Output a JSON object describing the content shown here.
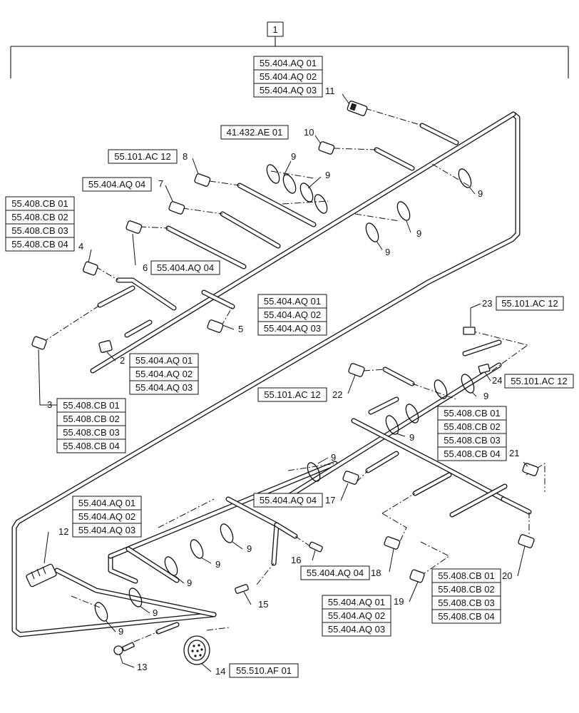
{
  "assembly_item": "1",
  "item_numbers": {
    "n2": "2",
    "n3": "3",
    "n4": "4",
    "n5": "5",
    "n6": "6",
    "n7": "7",
    "n8": "8",
    "n9": "9",
    "n10": "10",
    "n11": "11",
    "n12": "12",
    "n13": "13",
    "n14": "14",
    "n15": "15",
    "n16": "16",
    "n17": "17",
    "n18": "18",
    "n19": "19",
    "n20": "20",
    "n21": "21",
    "n22": "22",
    "n23": "23",
    "n24": "24"
  },
  "references": {
    "aq01": "55.404.AQ 01",
    "aq02": "55.404.AQ 02",
    "aq03": "55.404.AQ 03",
    "aq04": "55.404.AQ 04",
    "cb01": "55.408.CB 01",
    "cb02": "55.408.CB 02",
    "cb03": "55.408.CB 03",
    "cb04": "55.408.CB 04",
    "ac12": "55.101.AC 12",
    "ae01": "41.432.AE 01",
    "af01": "55.510.AF 01"
  }
}
